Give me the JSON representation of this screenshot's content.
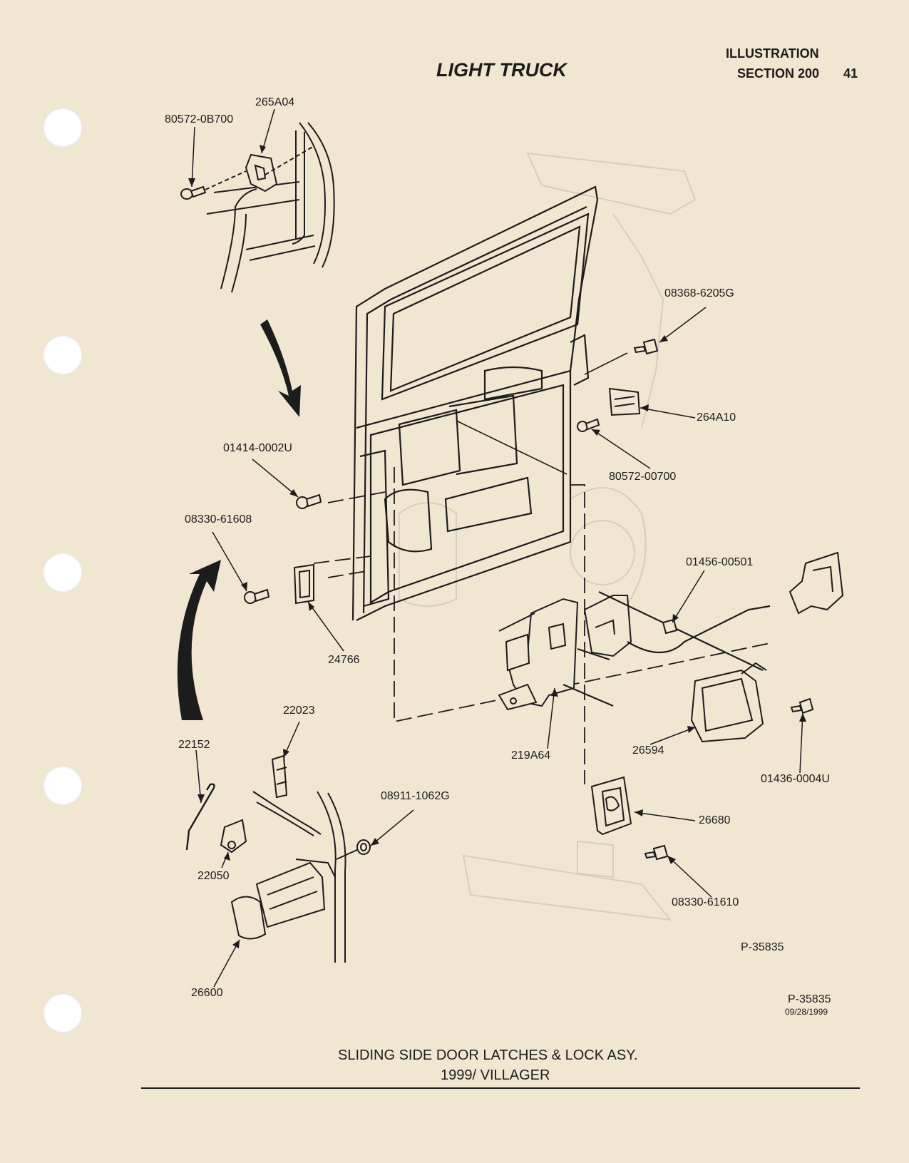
{
  "header": {
    "title": "LIGHT TRUCK",
    "illustration_label": "ILLUSTRATION",
    "section_label": "SECTION 200",
    "page_number": "41"
  },
  "callouts": {
    "p_80572_0B700": "80572-0B700",
    "p_265A04": "265A04",
    "p_08368_6205G": "08368-6205G",
    "p_264A10": "264A10",
    "p_80572_00700": "80572-00700",
    "p_01414_0002U": "01414-0002U",
    "p_08330_61608": "08330-61608",
    "p_01456_00501": "01456-00501",
    "p_24766": "24766",
    "p_22023": "22023",
    "p_22152": "22152",
    "p_219A64": "219A64",
    "p_26594": "26594",
    "p_01436_0004U": "01436-0004U",
    "p_08911_1062G": "08911-1062G",
    "p_26680": "26680",
    "p_22050": "22050",
    "p_08330_61610": "08330-61610",
    "p_26600": "26600"
  },
  "figure_id_inner": "P-35835",
  "figure_id_outer": "P-35835",
  "figure_date": "09/28/1999",
  "caption": {
    "line1": "SLIDING SIDE DOOR LATCHES & LOCK ASY.",
    "line2": "1999/ VILLAGER"
  },
  "colors": {
    "paper": "#f1e6d2",
    "ink": "#1c1c1c",
    "ghost": "#c9c2b6"
  }
}
